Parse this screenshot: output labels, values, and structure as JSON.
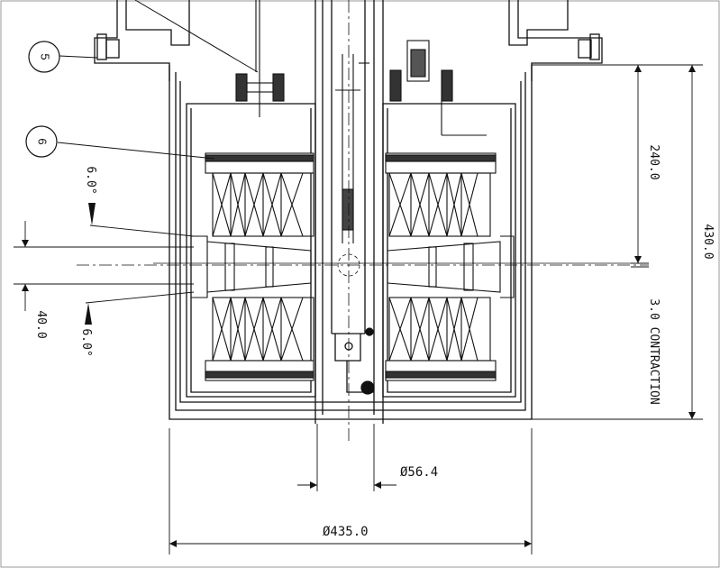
{
  "drawing": {
    "balloons": [
      {
        "label": "5"
      },
      {
        "label": "6"
      }
    ],
    "dimensions": {
      "angle_top": "6.0°",
      "angle_bottom": "6.0°",
      "gap": "40.0",
      "height_240": "240.0",
      "height_430": "430.0",
      "contraction": "3.0 CONTRACTION",
      "bore_dia": "Ø56.4",
      "outer_dia": "Ø435.0"
    },
    "colors": {
      "ink": "#111111",
      "paper": "#ffffff",
      "hatch": "#222222"
    }
  }
}
